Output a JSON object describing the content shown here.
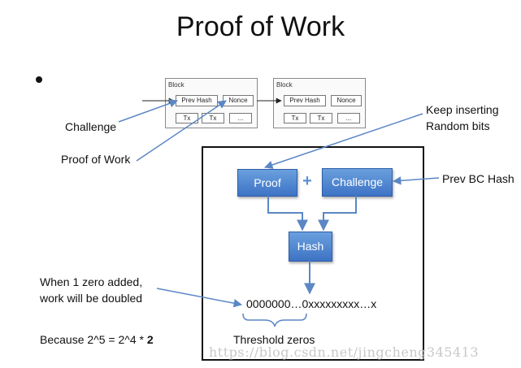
{
  "title": "Proof of Work",
  "blocks": [
    {
      "title": "Block",
      "prev_hash": "Prev Hash",
      "nonce": "Nonce",
      "tx1": "Tx",
      "tx2": "Tx",
      "more": "..."
    },
    {
      "title": "Block",
      "prev_hash": "Prev Hash",
      "nonce": "Nonce",
      "tx1": "Tx",
      "tx2": "Tx",
      "more": "..."
    }
  ],
  "labels": {
    "challenge": "Challenge",
    "proof_of_work": "Proof of Work",
    "keep_inserting_1": "Keep inserting",
    "keep_inserting_2": "Random bits",
    "prev_bc_hash": "Prev BC Hash",
    "zero_added_1": "When 1 zero added,",
    "zero_added_2": "work will be doubled",
    "because_prefix": "Because 2^5 = 2^4 * ",
    "because_bold": "2",
    "hash_string": "0000000…0xxxxxxxxx…x",
    "threshold": "Threshold zeros"
  },
  "boxes": {
    "proof": "Proof",
    "challenge": "Challenge",
    "hash": "Hash",
    "plus": "+"
  },
  "watermark": "https://blog.csdn.net/jingcheng345413",
  "colors": {
    "box_fill": "#4a82d0",
    "arrow": "#5b87c5",
    "panel_border": "#111111"
  }
}
